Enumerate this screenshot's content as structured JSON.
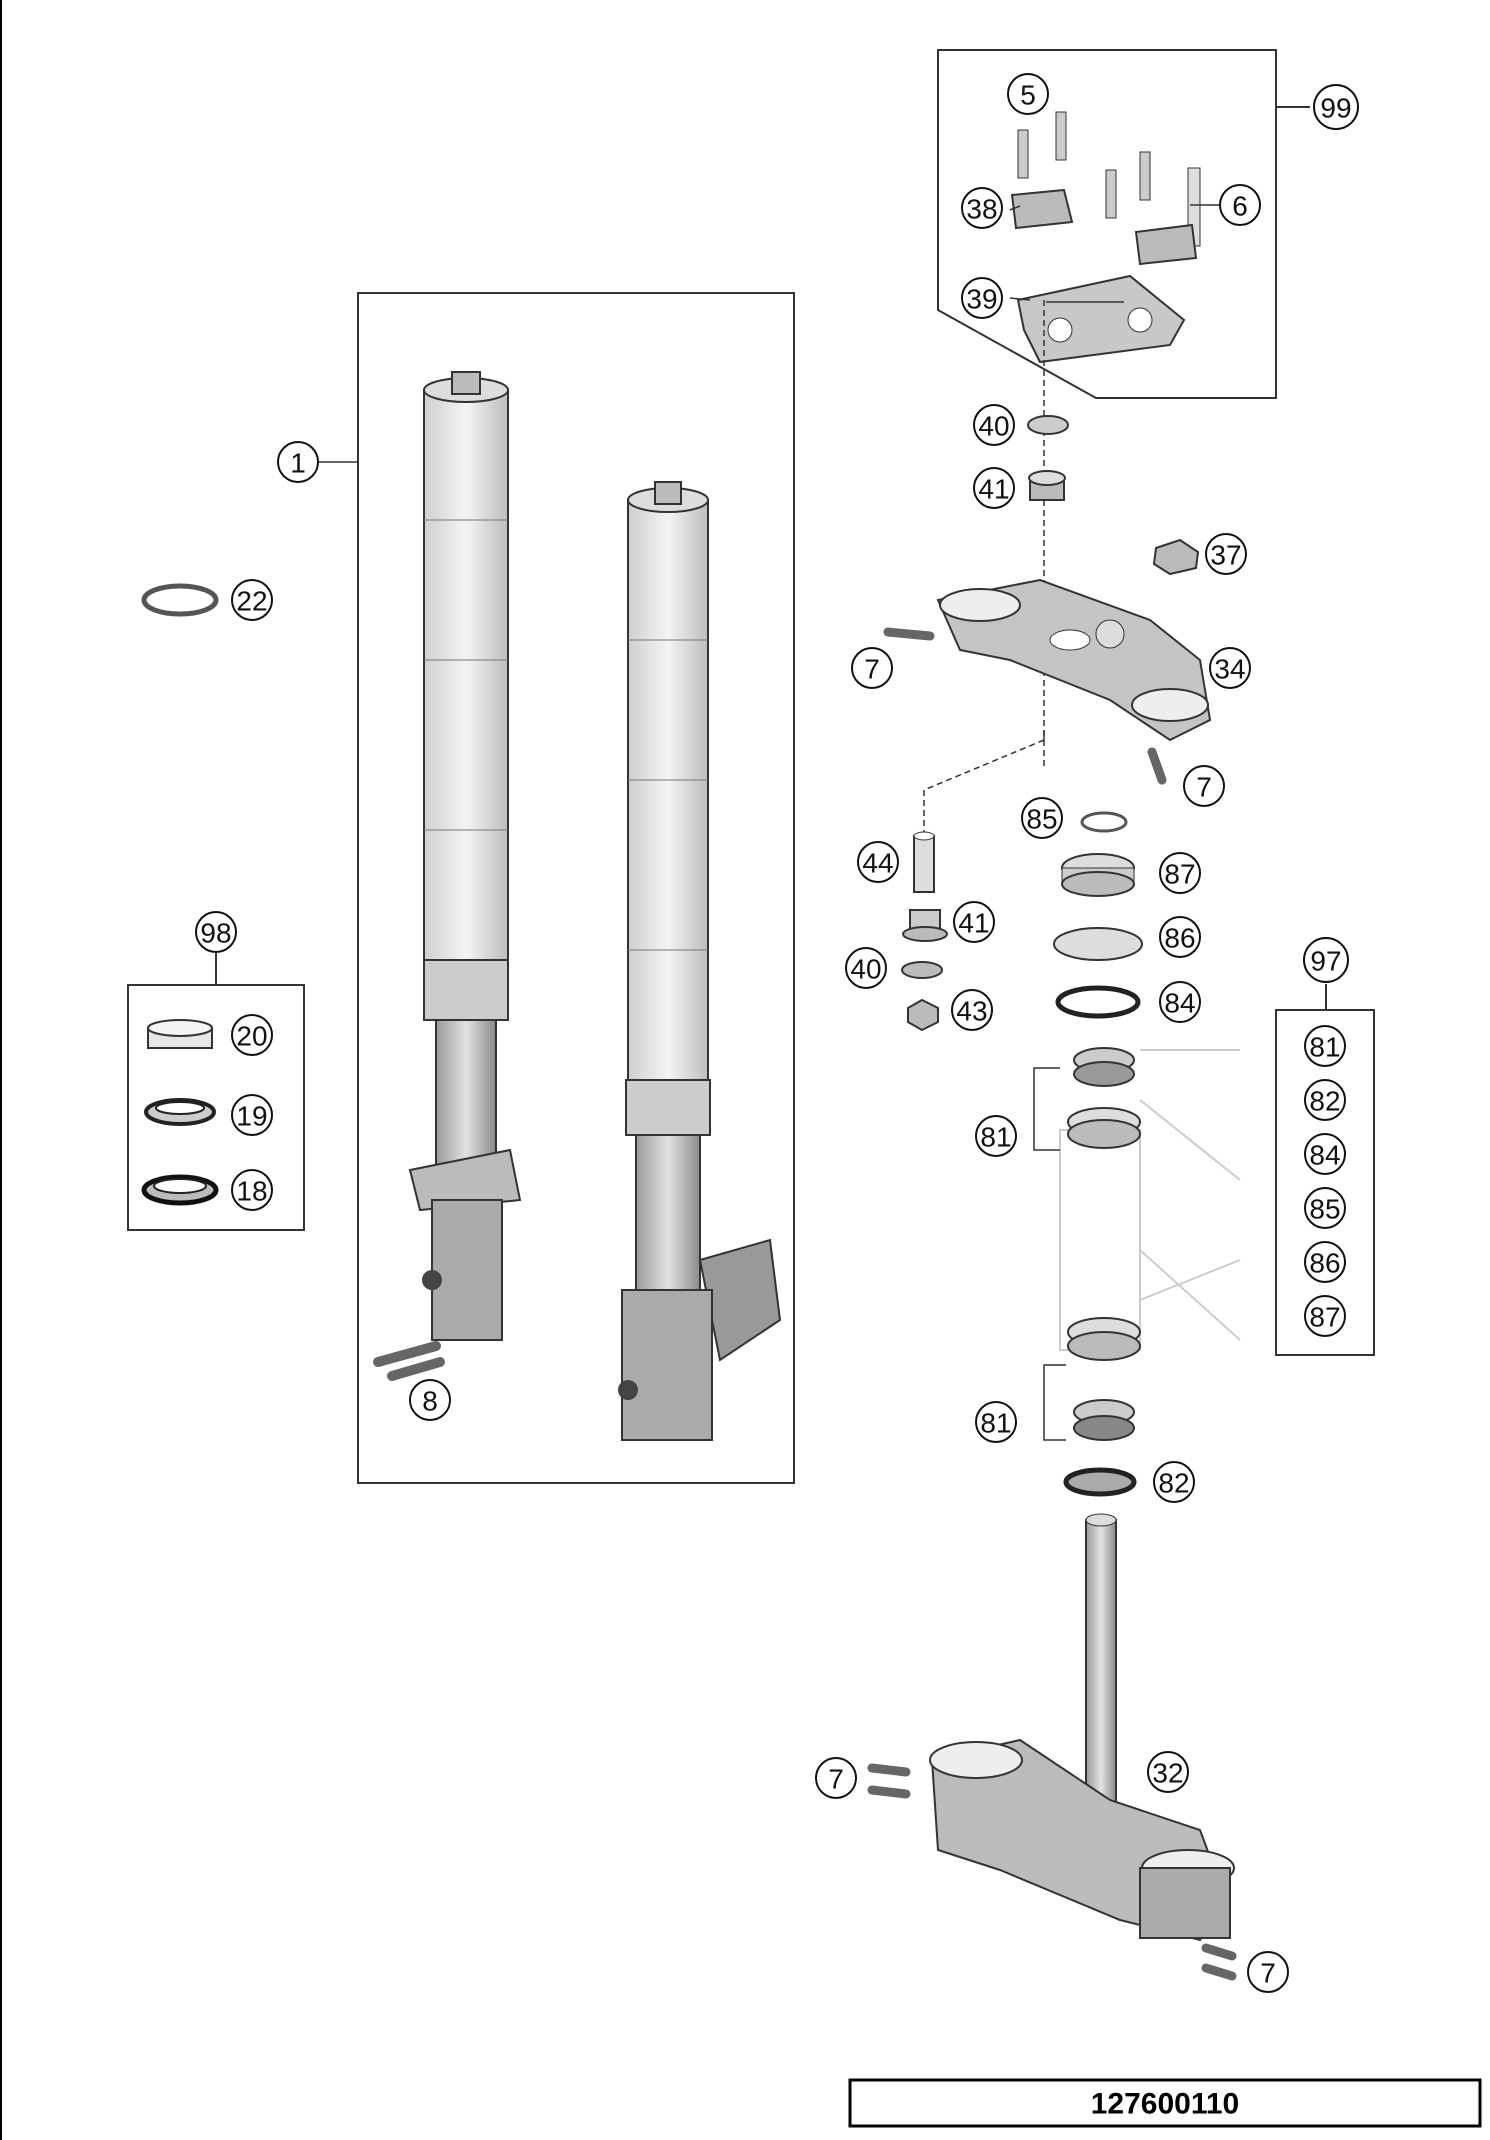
{
  "diagram": {
    "reference_number": "127600110",
    "callouts": {
      "c1": "1",
      "c5": "5",
      "c6": "6",
      "c7a": "7",
      "c7b": "7",
      "c7c": "7",
      "c7d": "7",
      "c8": "8",
      "c18": "18",
      "c19": "19",
      "c20": "20",
      "c22": "22",
      "c32": "32",
      "c34": "34",
      "c37": "37",
      "c38": "38",
      "c39": "39",
      "c40a": "40",
      "c40b": "40",
      "c41a": "41",
      "c41b": "41",
      "c43": "43",
      "c44": "44",
      "c81a": "81",
      "c81b": "81",
      "c82": "82",
      "c84": "84",
      "c85": "85",
      "c86": "86",
      "c87": "87",
      "c97": "97",
      "c98": "98",
      "c99": "99"
    },
    "kit_97_items": [
      "81",
      "82",
      "84",
      "85",
      "86",
      "87"
    ]
  }
}
